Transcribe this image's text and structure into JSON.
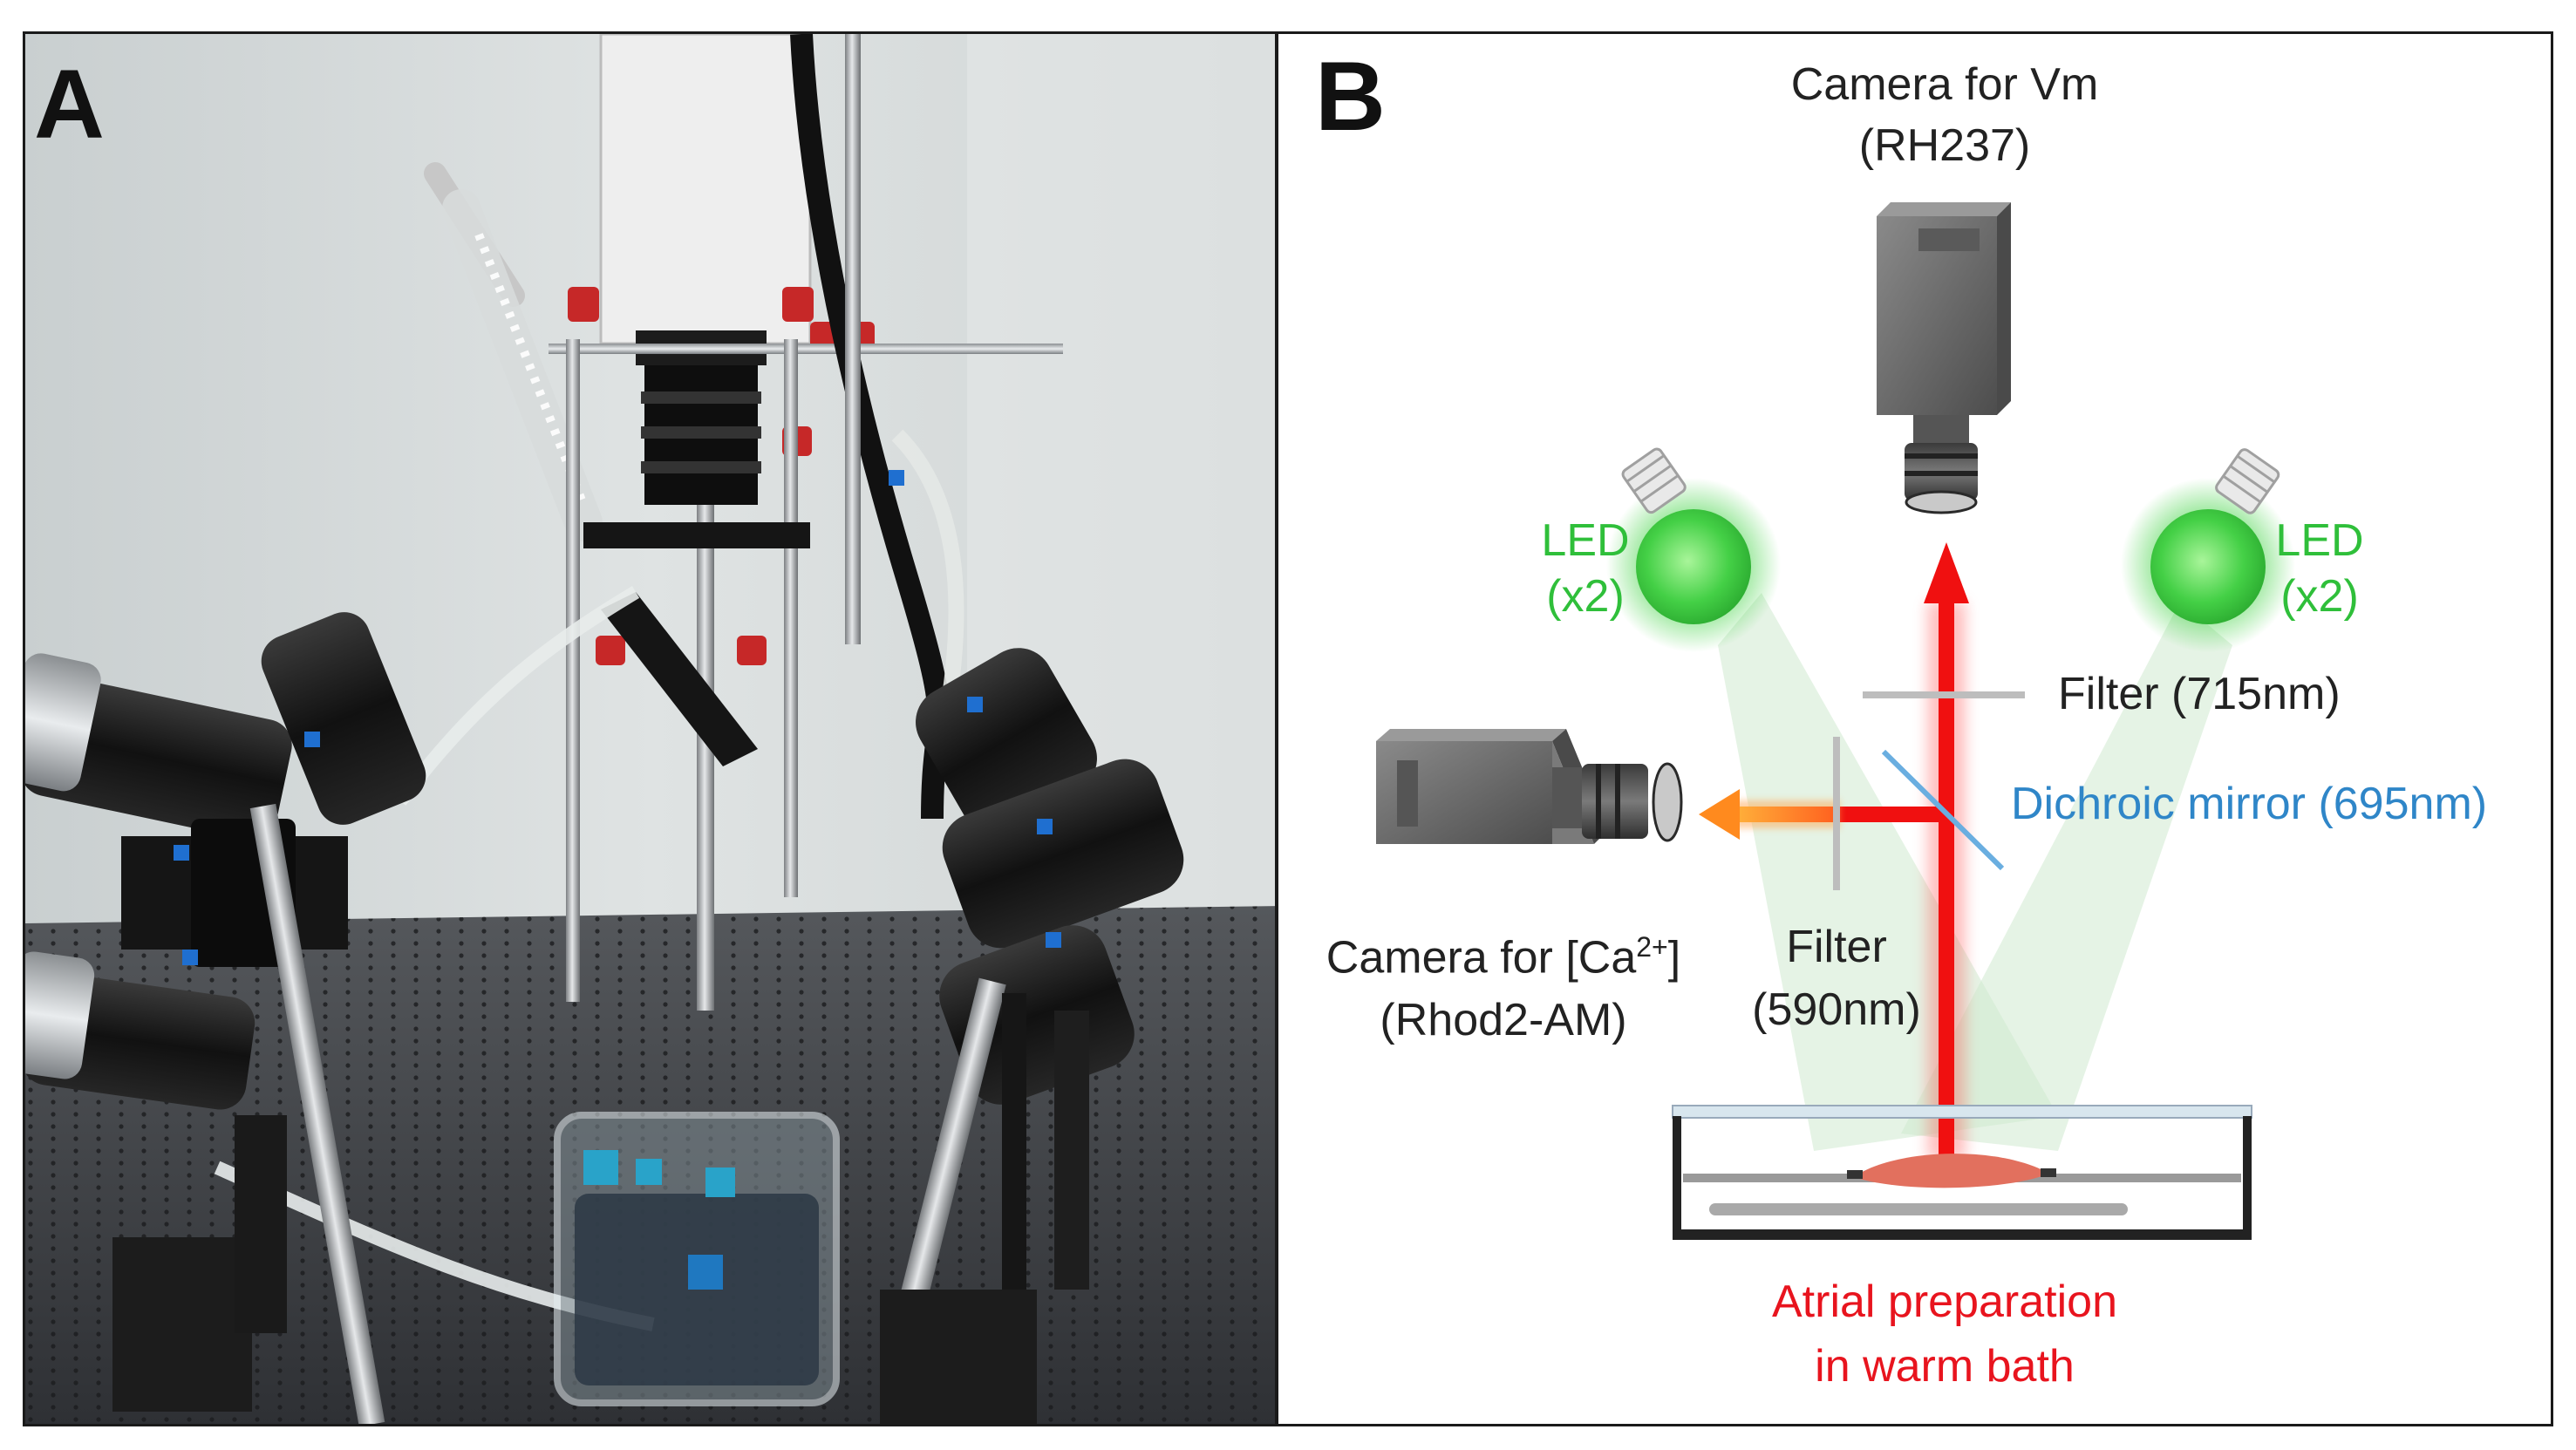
{
  "panel_a": {
    "label": "A"
  },
  "panel_b": {
    "label": "B",
    "camera_vm": {
      "line1": "Camera for Vm",
      "line2": "(RH237)"
    },
    "led_left": {
      "line1": "LED",
      "line2": "(x2)"
    },
    "led_right": {
      "line1": "LED",
      "line2": "(x2)"
    },
    "filter_715": "Filter (715nm)",
    "dichroic": "Dichroic mirror (695nm)",
    "camera_ca": {
      "prefix": "Camera for [Ca",
      "sup": "2+",
      "suffix": "]",
      "line2": "(Rhod2-AM)"
    },
    "filter_590": {
      "line1": "Filter",
      "line2": "(590nm)"
    },
    "prep": {
      "line1": "Atrial preparation",
      "line2": "in warm bath"
    }
  },
  "colors": {
    "led_green": "#2fbf3a",
    "dichroic_blue": "#2f86c8",
    "prep_red": "#e8141e",
    "beam_red": "#f01010",
    "beam_orange": "#ff8a1e",
    "camera_gray": "#6f6f6f"
  }
}
